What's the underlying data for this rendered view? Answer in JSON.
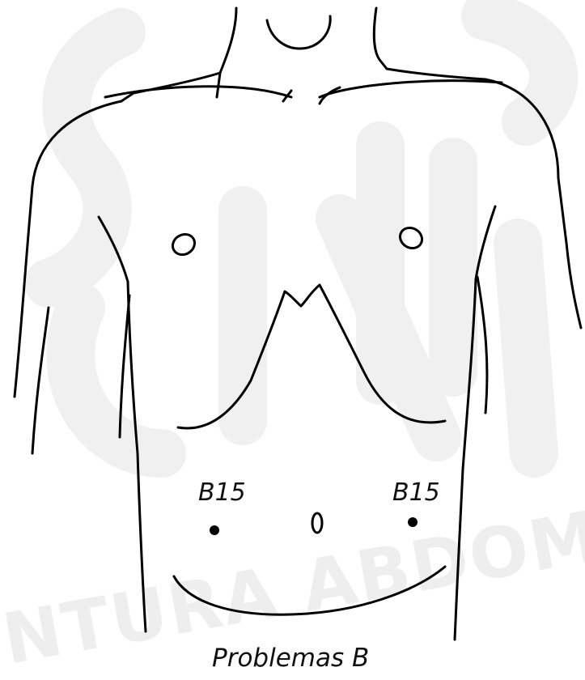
{
  "watermark": {
    "text": "NTURA ABDOMINAL",
    "color": "#eeeeee"
  },
  "points": [
    {
      "label": "B15"
    },
    {
      "label": "B15"
    }
  ],
  "navel_marker": "navel",
  "caption": "Problemas B",
  "colors": {
    "line": "#000000",
    "text": "#111111",
    "watermark": "#eeeeee"
  }
}
